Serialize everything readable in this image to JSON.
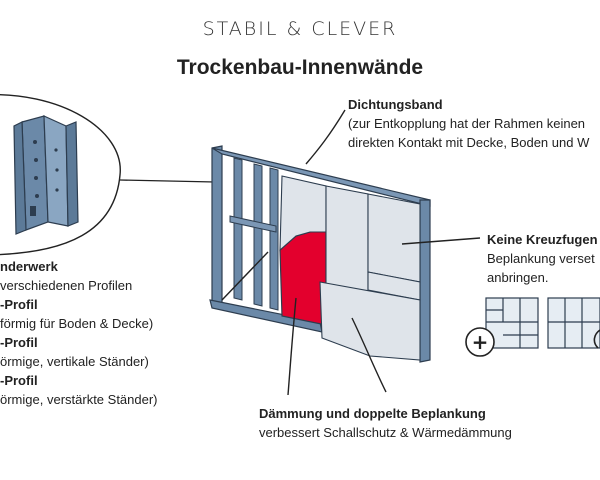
{
  "header": {
    "kicker": "STABIL & CLEVER",
    "title": "Trockenbau-Innenwände"
  },
  "labels": {
    "dichtungsband": {
      "title": "Dichtungsband",
      "line1": "(zur Entkopplung hat der Rahmen keinen",
      "line2": "direkten Kontakt mit Decke, Boden und W"
    },
    "kreuzfugen": {
      "title": "Keine Kreuzfugen",
      "line1": "Beplankung verset",
      "line2": "anbringen."
    },
    "staenderwerk": {
      "title": "nderwerk",
      "line1": " verschiedenen Profilen",
      "profil1_title": "-Profil",
      "profil1_desc": "förmig für Boden & Decke)",
      "profil2_title": "-Profil",
      "profil2_desc": "örmige, vertikale Ständer)",
      "profil3_title": "-Profil",
      "profil3_desc": "örmige, verstärkte Ständer)"
    },
    "daemmung": {
      "title": "Dämmung und doppelte Beplankung",
      "desc": "verbessert Schallschutz & Wärmedämmung"
    }
  },
  "icons": {
    "plus_badge": "+",
    "profile_closeup": "metal-stud-profile",
    "wall_illustration": "drywall-wall-cutaway"
  },
  "colors": {
    "frame": "#6b89a8",
    "frame_dark": "#4a5f76",
    "board": "#dfe4ea",
    "insulation": "#e3002d",
    "ink": "#222222"
  }
}
